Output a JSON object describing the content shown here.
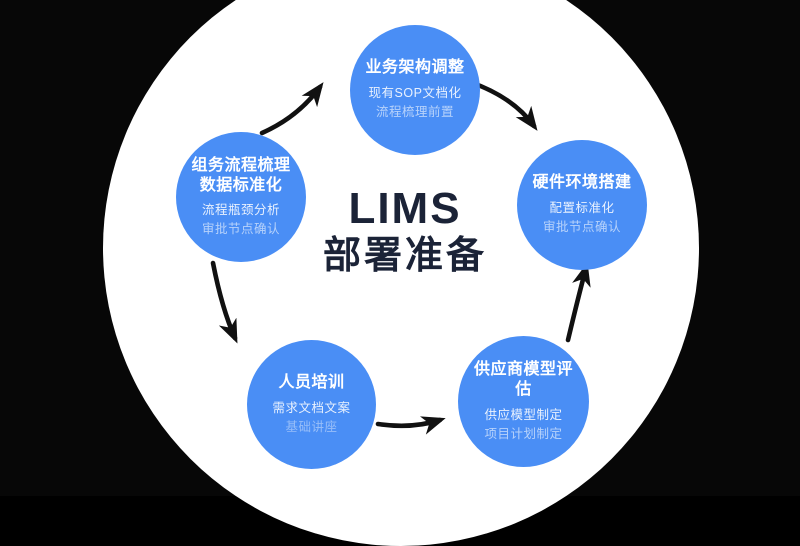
{
  "title": {
    "line1": "LIMS",
    "line2": "部署准备"
  },
  "colors": {
    "background": "#070707",
    "canvas": "#ffffff",
    "node_fill": "#4a8ef5",
    "arrow": "#111111",
    "center_text": "#1b2337",
    "node_text": "#ffffff"
  },
  "nodes": {
    "top": {
      "title": "业务架构调整",
      "line1": "现有SOP文档化",
      "line2": "流程梳理前置"
    },
    "right": {
      "title": "硬件环境搭建",
      "line1": "配置标准化",
      "line2": "审批节点确认"
    },
    "bottom_right": {
      "title": "供应商模型评估",
      "line1": "供应模型制定",
      "line2": "项目计划制定"
    },
    "bottom_left": {
      "title": "人员培训",
      "line1": "需求文档文案",
      "line2": "基础讲座"
    },
    "left": {
      "title1": "组务流程梳理",
      "title2": "数据标准化",
      "line1": "流程瓶颈分析",
      "line2": "审批节点确认"
    }
  }
}
